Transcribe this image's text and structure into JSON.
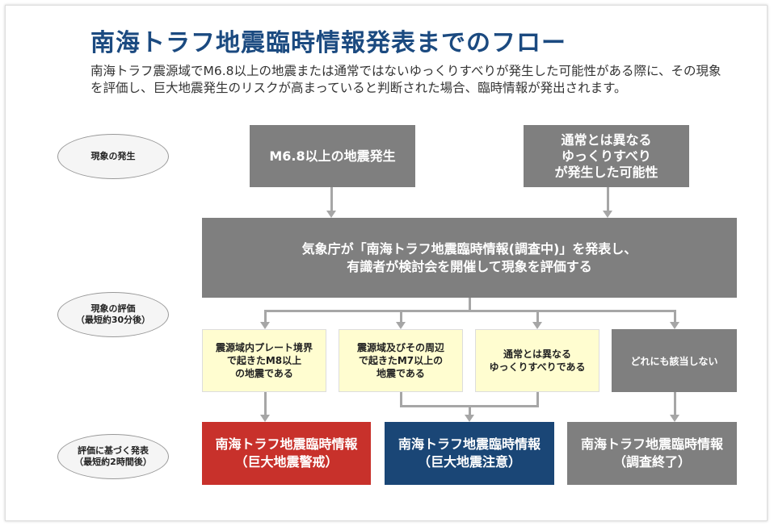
{
  "title": "南海トラフ地震臨時情報発表までのフロー",
  "description": "南海トラフ震源域でM6.8以上の地震または通常ではないゆっくりすべりが発生した可能性がある際に、その現象を評価し、巨大地震発生のリスクが高まっていると判断された場合、臨時情報が発出されます。",
  "stages": [
    {
      "line1": "現象の発生",
      "line2": ""
    },
    {
      "line1": "現象の評価",
      "line2": "（最短約30分後）"
    },
    {
      "line1": "評価に基づく発表",
      "line2": "（最短約2時間後）"
    }
  ],
  "triggers": [
    {
      "lines": [
        "M6.8以上の地震発生"
      ]
    },
    {
      "lines": [
        "通常とは異なる",
        "ゆっくりすべり",
        "が発生した可能性"
      ]
    }
  ],
  "evaluation": {
    "lines": [
      "気象庁が「南海トラフ地震臨時情報(調査中)」を発表し、",
      "有識者が検討会を開催して現象を評価する"
    ]
  },
  "conditions": [
    {
      "lines": [
        "震源域内プレート境界",
        "で起きたM8以上",
        "の地震である"
      ]
    },
    {
      "lines": [
        "震源域及びその周辺",
        "で起きたM7以上の",
        "地震である"
      ]
    },
    {
      "lines": [
        "通常とは異なる",
        "ゆっくりすべりである"
      ]
    },
    {
      "lines": [
        "どれにも該当しない"
      ]
    }
  ],
  "outcomes": [
    {
      "lines": [
        "南海トラフ地震臨時情報",
        "（巨大地震警戒）"
      ],
      "color": "#c8312b"
    },
    {
      "lines": [
        "南海トラフ地震臨時情報",
        "（巨大地震注意）"
      ],
      "color": "#1a4676"
    },
    {
      "lines": [
        "南海トラフ地震臨時情報",
        "（調査終了）"
      ],
      "color": "#7f7f7f"
    }
  ]
}
